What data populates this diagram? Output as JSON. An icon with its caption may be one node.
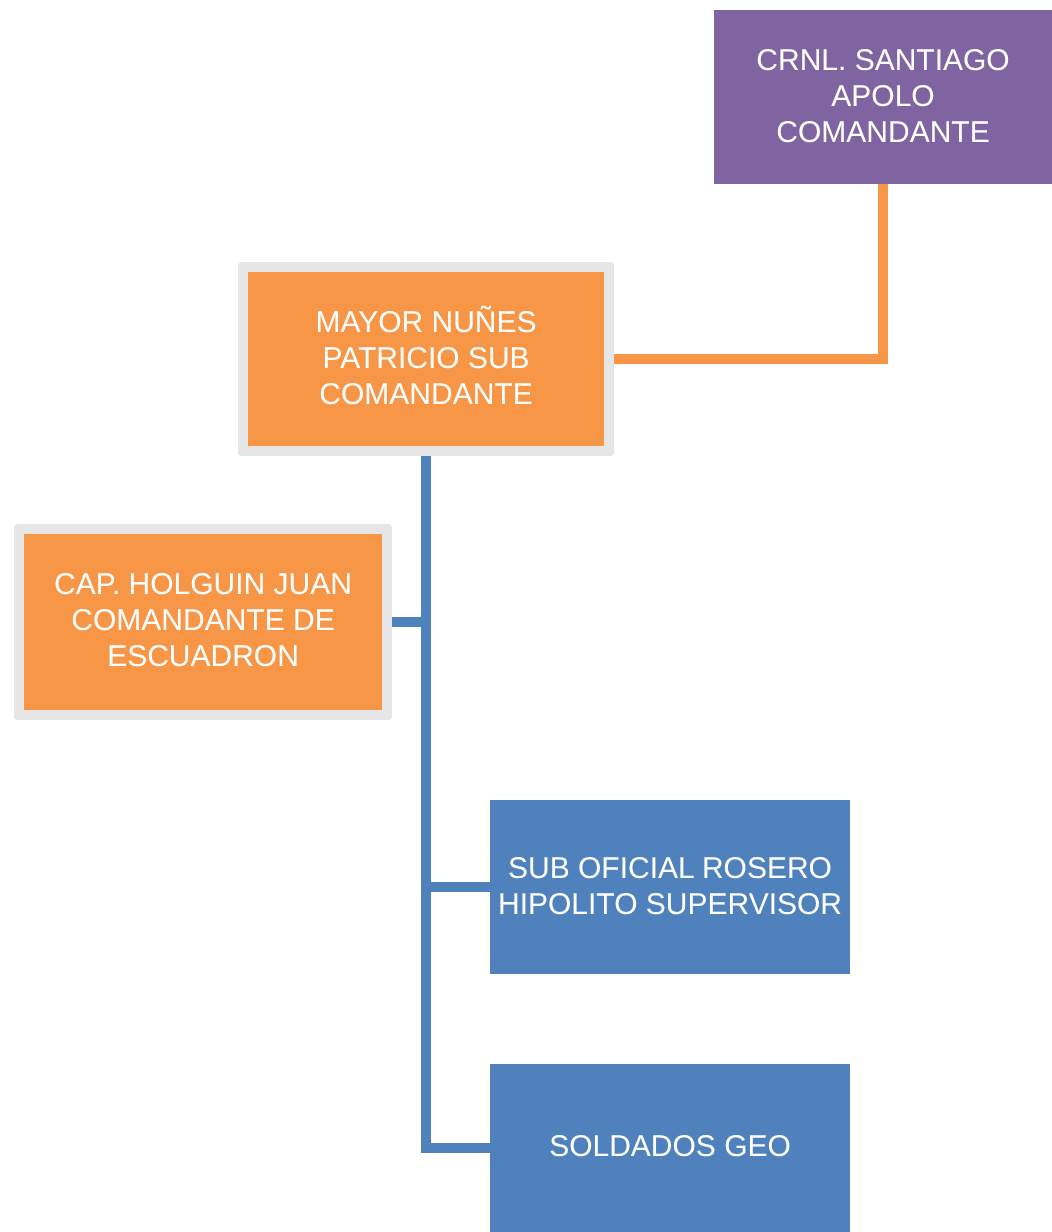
{
  "diagram": {
    "nodes": [
      {
        "text": [
          "CRNL. SANTIAGO APOLO COMANDANTE"
        ]
      },
      {
        "text": [
          "MAYOR NUÑES PATRICIO SUB COMANDANTE"
        ]
      },
      {
        "text": [
          "CAP. HOLGUIN JUAN COMANDANTE DE ESCUADRON"
        ]
      },
      {
        "text": [
          "SUB OFICIAL ROSERO HIPOLITO SUPERVISOR"
        ]
      },
      {
        "text": [
          "SOLDADOS GEO"
        ]
      }
    ],
    "edges": [
      {
        "from": 0,
        "to": 1,
        "arrow": "none",
        "color": "#f79646"
      },
      {
        "from": 1,
        "to": 2,
        "arrow": "none"
      },
      {
        "from": 1,
        "to": 3,
        "arrow": "none"
      },
      {
        "from": 1,
        "to": 4,
        "arrow": "none"
      }
    ]
  }
}
